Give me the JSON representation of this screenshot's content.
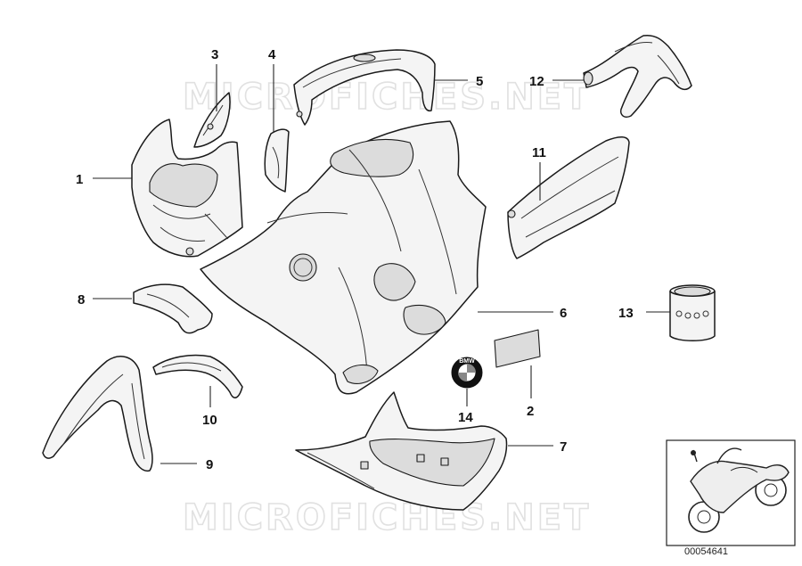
{
  "watermark": {
    "text": "MICROFICHES.NET"
  },
  "callouts": [
    {
      "id": "1",
      "label": "1"
    },
    {
      "id": "2",
      "label": "2"
    },
    {
      "id": "3",
      "label": "3"
    },
    {
      "id": "4",
      "label": "4"
    },
    {
      "id": "5",
      "label": "5"
    },
    {
      "id": "6",
      "label": "6"
    },
    {
      "id": "7",
      "label": "7"
    },
    {
      "id": "8",
      "label": "8"
    },
    {
      "id": "9",
      "label": "9"
    },
    {
      "id": "10",
      "label": "10"
    },
    {
      "id": "11",
      "label": "11"
    },
    {
      "id": "12",
      "label": "12"
    },
    {
      "id": "13",
      "label": "13"
    },
    {
      "id": "14",
      "label": "14"
    }
  ],
  "reference": {
    "code": "00054641"
  },
  "logo": {
    "text": "BMW"
  },
  "colors": {
    "line": "#1a1a1a",
    "fill": "#f4f4f4",
    "shade": "#dcdcdc",
    "watermark": "#e1e1e1",
    "background": "#ffffff"
  }
}
